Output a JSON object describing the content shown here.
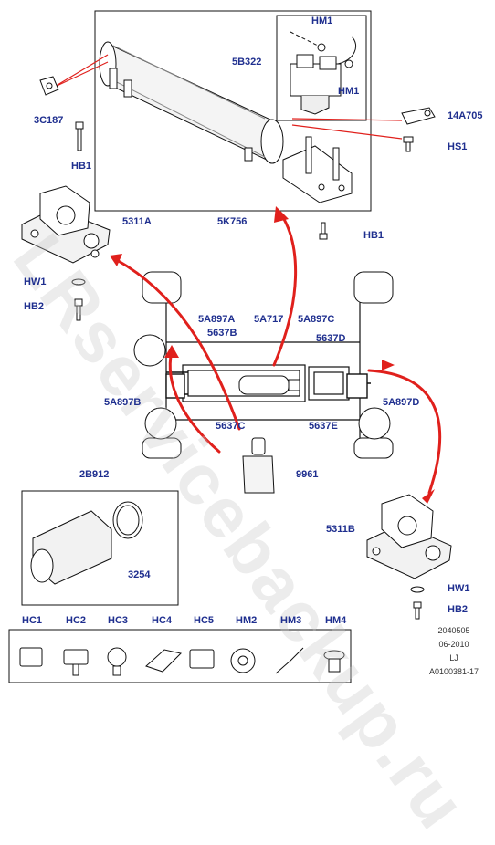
{
  "watermark": "LRservicebackup.ru",
  "labels": {
    "HM1_top": "HM1",
    "5B322": "5B322",
    "HM1_mid": "HM1",
    "3C187": "3C187",
    "14A705": "14A705",
    "HS1": "HS1",
    "HB1_left": "HB1",
    "5311A": "5311A",
    "5K756": "5K756",
    "HB1_right": "HB1",
    "HW1_left": "HW1",
    "HB2_left": "HB2",
    "5A897A": "5A897A",
    "5A717": "5A717",
    "5A897C": "5A897C",
    "5637B": "5637B",
    "5637D": "5637D",
    "5A897B": "5A897B",
    "5A897D": "5A897D",
    "5637C": "5637C",
    "5637E": "5637E",
    "9961": "9961",
    "2B912": "2B912",
    "3254": "3254",
    "5311B": "5311B",
    "HW1_right": "HW1",
    "HB2_right": "HB2"
  },
  "fasteners": [
    "HC1",
    "HC2",
    "HC3",
    "HC4",
    "HC5",
    "HM2",
    "HM3",
    "HM4"
  ],
  "drawing_info": {
    "number": "2040505",
    "date": "06-2010",
    "code": "LJ",
    "ref": "A0100381-17"
  },
  "colors": {
    "label": "#1f2f8f",
    "arrow": "#e0201c",
    "line": "#111111"
  }
}
